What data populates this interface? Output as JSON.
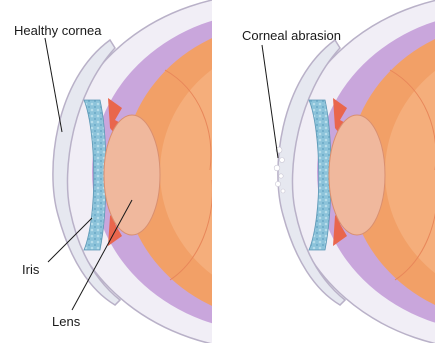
{
  "panels": [
    {
      "id": "left",
      "label": "Healthy cornea"
    },
    {
      "id": "right",
      "label": "Corneal abrasion"
    }
  ],
  "callouts": {
    "iris": "Iris",
    "lens": "Lens"
  },
  "colors": {
    "sclera": "#f1eef6",
    "sclera_edge": "#b9b1c8",
    "choroid": "#c9a6dc",
    "retina": "#f2a067",
    "retina_light": "#f6b888",
    "vitreous_line": "#e8875a",
    "cornea": "#ecedf3",
    "iris": "#8cc3da",
    "lens": "#f0b89d",
    "ciliary": "#e9664d",
    "abrasion": "#ffffff"
  }
}
